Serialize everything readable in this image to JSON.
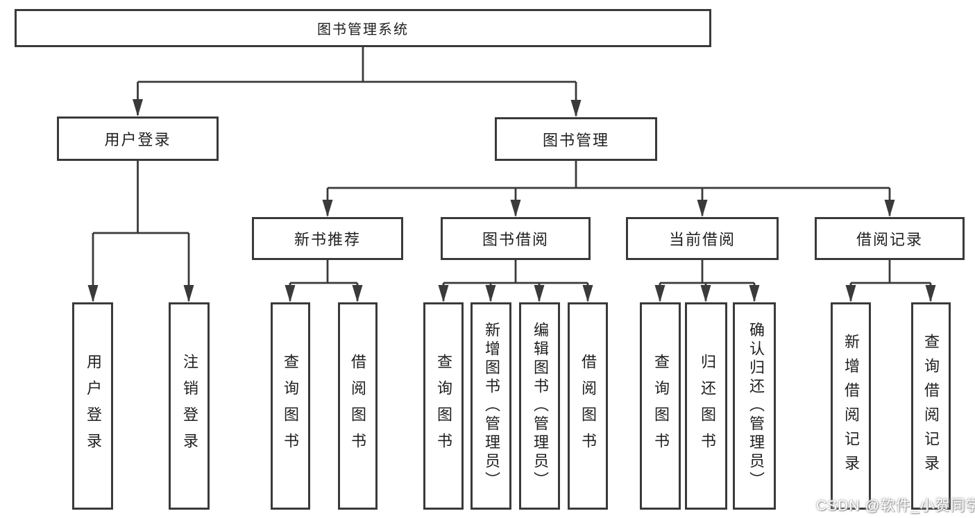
{
  "diagram": {
    "title": "图书管理系统",
    "colors": {
      "line": "#3a3a3a",
      "text": "#1f1f1f",
      "background": "#ffffff"
    },
    "nodes": {
      "root": {
        "label": "图书管理系统"
      },
      "user_login": {
        "label": "用户登录"
      },
      "book_mgmt": {
        "label": "图书管理"
      },
      "new_book_rec": {
        "label": "新书推荐"
      },
      "book_borrow": {
        "label": "图书借阅"
      },
      "current_borrow": {
        "label": "当前借阅"
      },
      "borrow_records": {
        "label": "借阅记录"
      },
      "leaf_login": {
        "label": "用户登录"
      },
      "leaf_logout": {
        "label": "注销登录"
      },
      "leaf_nbr_query": {
        "label": "查询图书"
      },
      "leaf_nbr_borrow": {
        "label": "借阅图书"
      },
      "leaf_bb_query": {
        "label": "查询图书"
      },
      "leaf_bb_add": {
        "label": "新增图书（管理员）"
      },
      "leaf_bb_edit": {
        "label": "编辑图书（管理员）"
      },
      "leaf_bb_borrow": {
        "label": "借阅图书"
      },
      "leaf_cb_query": {
        "label": "查询图书"
      },
      "leaf_cb_return": {
        "label": "归还图书"
      },
      "leaf_cb_confirm": {
        "label": "确认归还（管理员）"
      },
      "leaf_br_add": {
        "label": "新增借阅记录"
      },
      "leaf_br_query": {
        "label": "查询借阅记录"
      }
    },
    "watermark": "CSDN @软件_小贺同学"
  }
}
